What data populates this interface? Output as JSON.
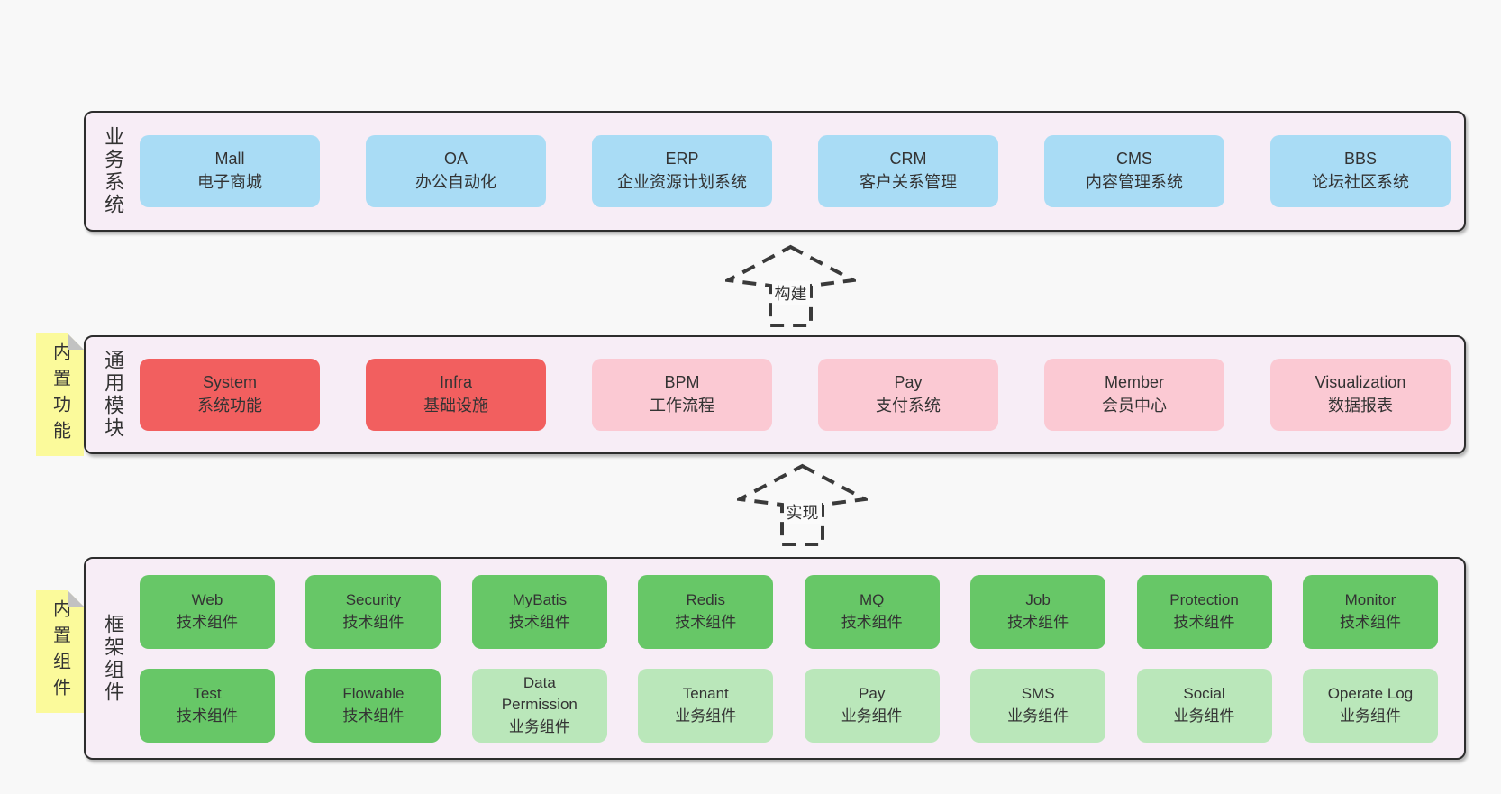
{
  "colors": {
    "page_bg": "#f8f8f8",
    "band_bg": "#f7edf6",
    "band_border": "#2d2d2d",
    "box_blue": "#a9dcf5",
    "box_red": "#f25f5f",
    "box_pink": "#fbc9d3",
    "box_green": "#67c767",
    "box_light_green": "#bae7ba",
    "note_yellow": "#fbfa9b",
    "note_fold": "#c2c2c2",
    "text": "#333333",
    "arrow_stroke": "#3a3a3a"
  },
  "bands": [
    {
      "label": "业务系统",
      "boxes": [
        {
          "title": "Mall",
          "subtitle": "电子商城",
          "variant": "blue"
        },
        {
          "title": "OA",
          "subtitle": "办公自动化",
          "variant": "blue"
        },
        {
          "title": "ERP",
          "subtitle": "企业资源计划系统",
          "variant": "blue"
        },
        {
          "title": "CRM",
          "subtitle": "客户关系管理",
          "variant": "blue"
        },
        {
          "title": "CMS",
          "subtitle": "内容管理系统",
          "variant": "blue"
        },
        {
          "title": "BBS",
          "subtitle": "论坛社区系统",
          "variant": "blue"
        }
      ]
    },
    {
      "label": "通用模块",
      "note": "内置功能",
      "boxes": [
        {
          "title": "System",
          "subtitle": "系统功能",
          "variant": "red"
        },
        {
          "title": "Infra",
          "subtitle": "基础设施",
          "variant": "red"
        },
        {
          "title": "BPM",
          "subtitle": "工作流程",
          "variant": "pink"
        },
        {
          "title": "Pay",
          "subtitle": "支付系统",
          "variant": "pink"
        },
        {
          "title": "Member",
          "subtitle": "会员中心",
          "variant": "pink"
        },
        {
          "title": "Visualization",
          "subtitle": "数据报表",
          "variant": "pink"
        }
      ]
    },
    {
      "label": "框架组件",
      "note": "内置组件",
      "rows": [
        [
          {
            "title": "Web",
            "subtitle": "技术组件",
            "variant": "green"
          },
          {
            "title": "Security",
            "subtitle": "技术组件",
            "variant": "green"
          },
          {
            "title": "MyBatis",
            "subtitle": "技术组件",
            "variant": "green"
          },
          {
            "title": "Redis",
            "subtitle": "技术组件",
            "variant": "green"
          },
          {
            "title": "MQ",
            "subtitle": "技术组件",
            "variant": "green"
          },
          {
            "title": "Job",
            "subtitle": "技术组件",
            "variant": "green"
          },
          {
            "title": "Protection",
            "subtitle": "技术组件",
            "variant": "green"
          },
          {
            "title": "Monitor",
            "subtitle": "技术组件",
            "variant": "green"
          }
        ],
        [
          {
            "title": "Test",
            "subtitle": "技术组件",
            "variant": "green"
          },
          {
            "title": "Flowable",
            "subtitle": "技术组件",
            "variant": "green"
          },
          {
            "title": "Data Permission",
            "subtitle": "业务组件",
            "variant": "light-green"
          },
          {
            "title": "Tenant",
            "subtitle": "业务组件",
            "variant": "light-green"
          },
          {
            "title": "Pay",
            "subtitle": "业务组件",
            "variant": "light-green"
          },
          {
            "title": "SMS",
            "subtitle": "业务组件",
            "variant": "light-green"
          },
          {
            "title": "Social",
            "subtitle": "业务组件",
            "variant": "light-green"
          },
          {
            "title": "Operate Log",
            "subtitle": "业务组件",
            "variant": "light-green"
          }
        ]
      ]
    }
  ],
  "arrows": [
    {
      "label": "构建"
    },
    {
      "label": "实现"
    }
  ]
}
